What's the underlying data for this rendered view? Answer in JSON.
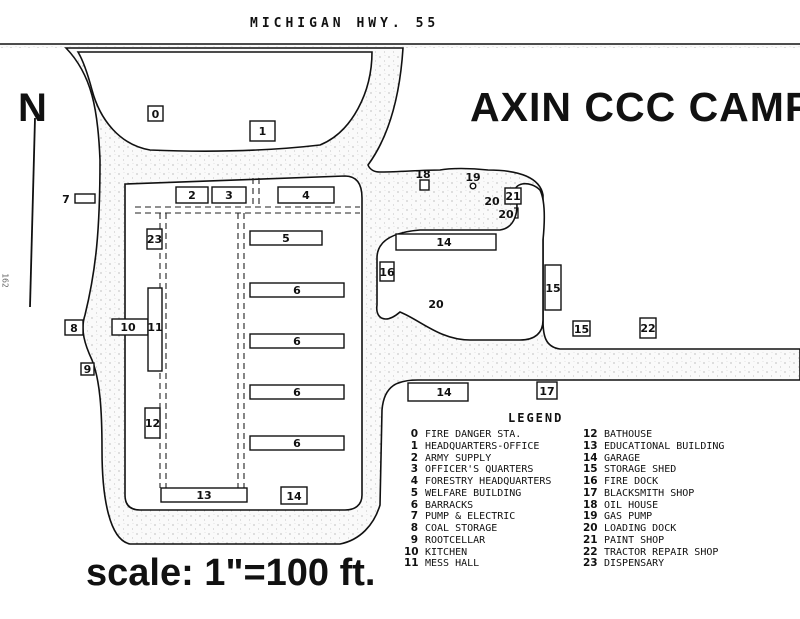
{
  "map": {
    "title": "AXIN CCC CAMP",
    "road_label": "MICHIGAN HWY. 55",
    "north_label": "N",
    "scale_label": "scale: 1\"=100 ft.",
    "side_mark": "162",
    "buildings": [
      {
        "label": "0"
      },
      {
        "label": "1"
      },
      {
        "label": "2"
      },
      {
        "label": "3"
      },
      {
        "label": "4"
      },
      {
        "label": "5"
      },
      {
        "label": "6"
      },
      {
        "label": "6"
      },
      {
        "label": "6"
      },
      {
        "label": "6"
      },
      {
        "label": "7"
      },
      {
        "label": "8"
      },
      {
        "label": "9"
      },
      {
        "label": "10"
      },
      {
        "label": "11"
      },
      {
        "label": "12"
      },
      {
        "label": "13"
      },
      {
        "label": "14"
      },
      {
        "label": "14"
      },
      {
        "label": "14"
      },
      {
        "label": "15"
      },
      {
        "label": "15"
      },
      {
        "label": "16"
      },
      {
        "label": "17"
      },
      {
        "label": "18"
      },
      {
        "label": "19"
      },
      {
        "label": "20"
      },
      {
        "label": "20"
      },
      {
        "label": "20"
      },
      {
        "label": "21"
      },
      {
        "label": "22"
      },
      {
        "label": "23"
      }
    ]
  },
  "legend": {
    "title": "LEGEND",
    "items": [
      {
        "num": "0",
        "label": "FIRE DANGER STA."
      },
      {
        "num": "1",
        "label": "HEADQUARTERS-OFFICE"
      },
      {
        "num": "2",
        "label": "ARMY SUPPLY"
      },
      {
        "num": "3",
        "label": "OFFICER'S QUARTERS"
      },
      {
        "num": "4",
        "label": "FORESTRY HEADQUARTERS"
      },
      {
        "num": "5",
        "label": "WELFARE BUILDING"
      },
      {
        "num": "6",
        "label": "BARRACKS"
      },
      {
        "num": "7",
        "label": "PUMP & ELECTRIC"
      },
      {
        "num": "8",
        "label": "COAL STORAGE"
      },
      {
        "num": "9",
        "label": "ROOTCELLAR"
      },
      {
        "num": "10",
        "label": "KITCHEN"
      },
      {
        "num": "11",
        "label": "MESS HALL"
      },
      {
        "num": "12",
        "label": "BATHOUSE"
      },
      {
        "num": "13",
        "label": "EDUCATIONAL BUILDING"
      },
      {
        "num": "14",
        "label": "GARAGE"
      },
      {
        "num": "15",
        "label": "STORAGE SHED"
      },
      {
        "num": "16",
        "label": "FIRE DOCK"
      },
      {
        "num": "17",
        "label": "BLACKSMITH SHOP"
      },
      {
        "num": "18",
        "label": "OIL HOUSE"
      },
      {
        "num": "19",
        "label": "GAS PUMP"
      },
      {
        "num": "20",
        "label": "LOADING DOCK"
      },
      {
        "num": "21",
        "label": "PAINT SHOP"
      },
      {
        "num": "22",
        "label": "TRACTOR REPAIR SHOP"
      },
      {
        "num": "23",
        "label": "DISPENSARY"
      }
    ]
  }
}
